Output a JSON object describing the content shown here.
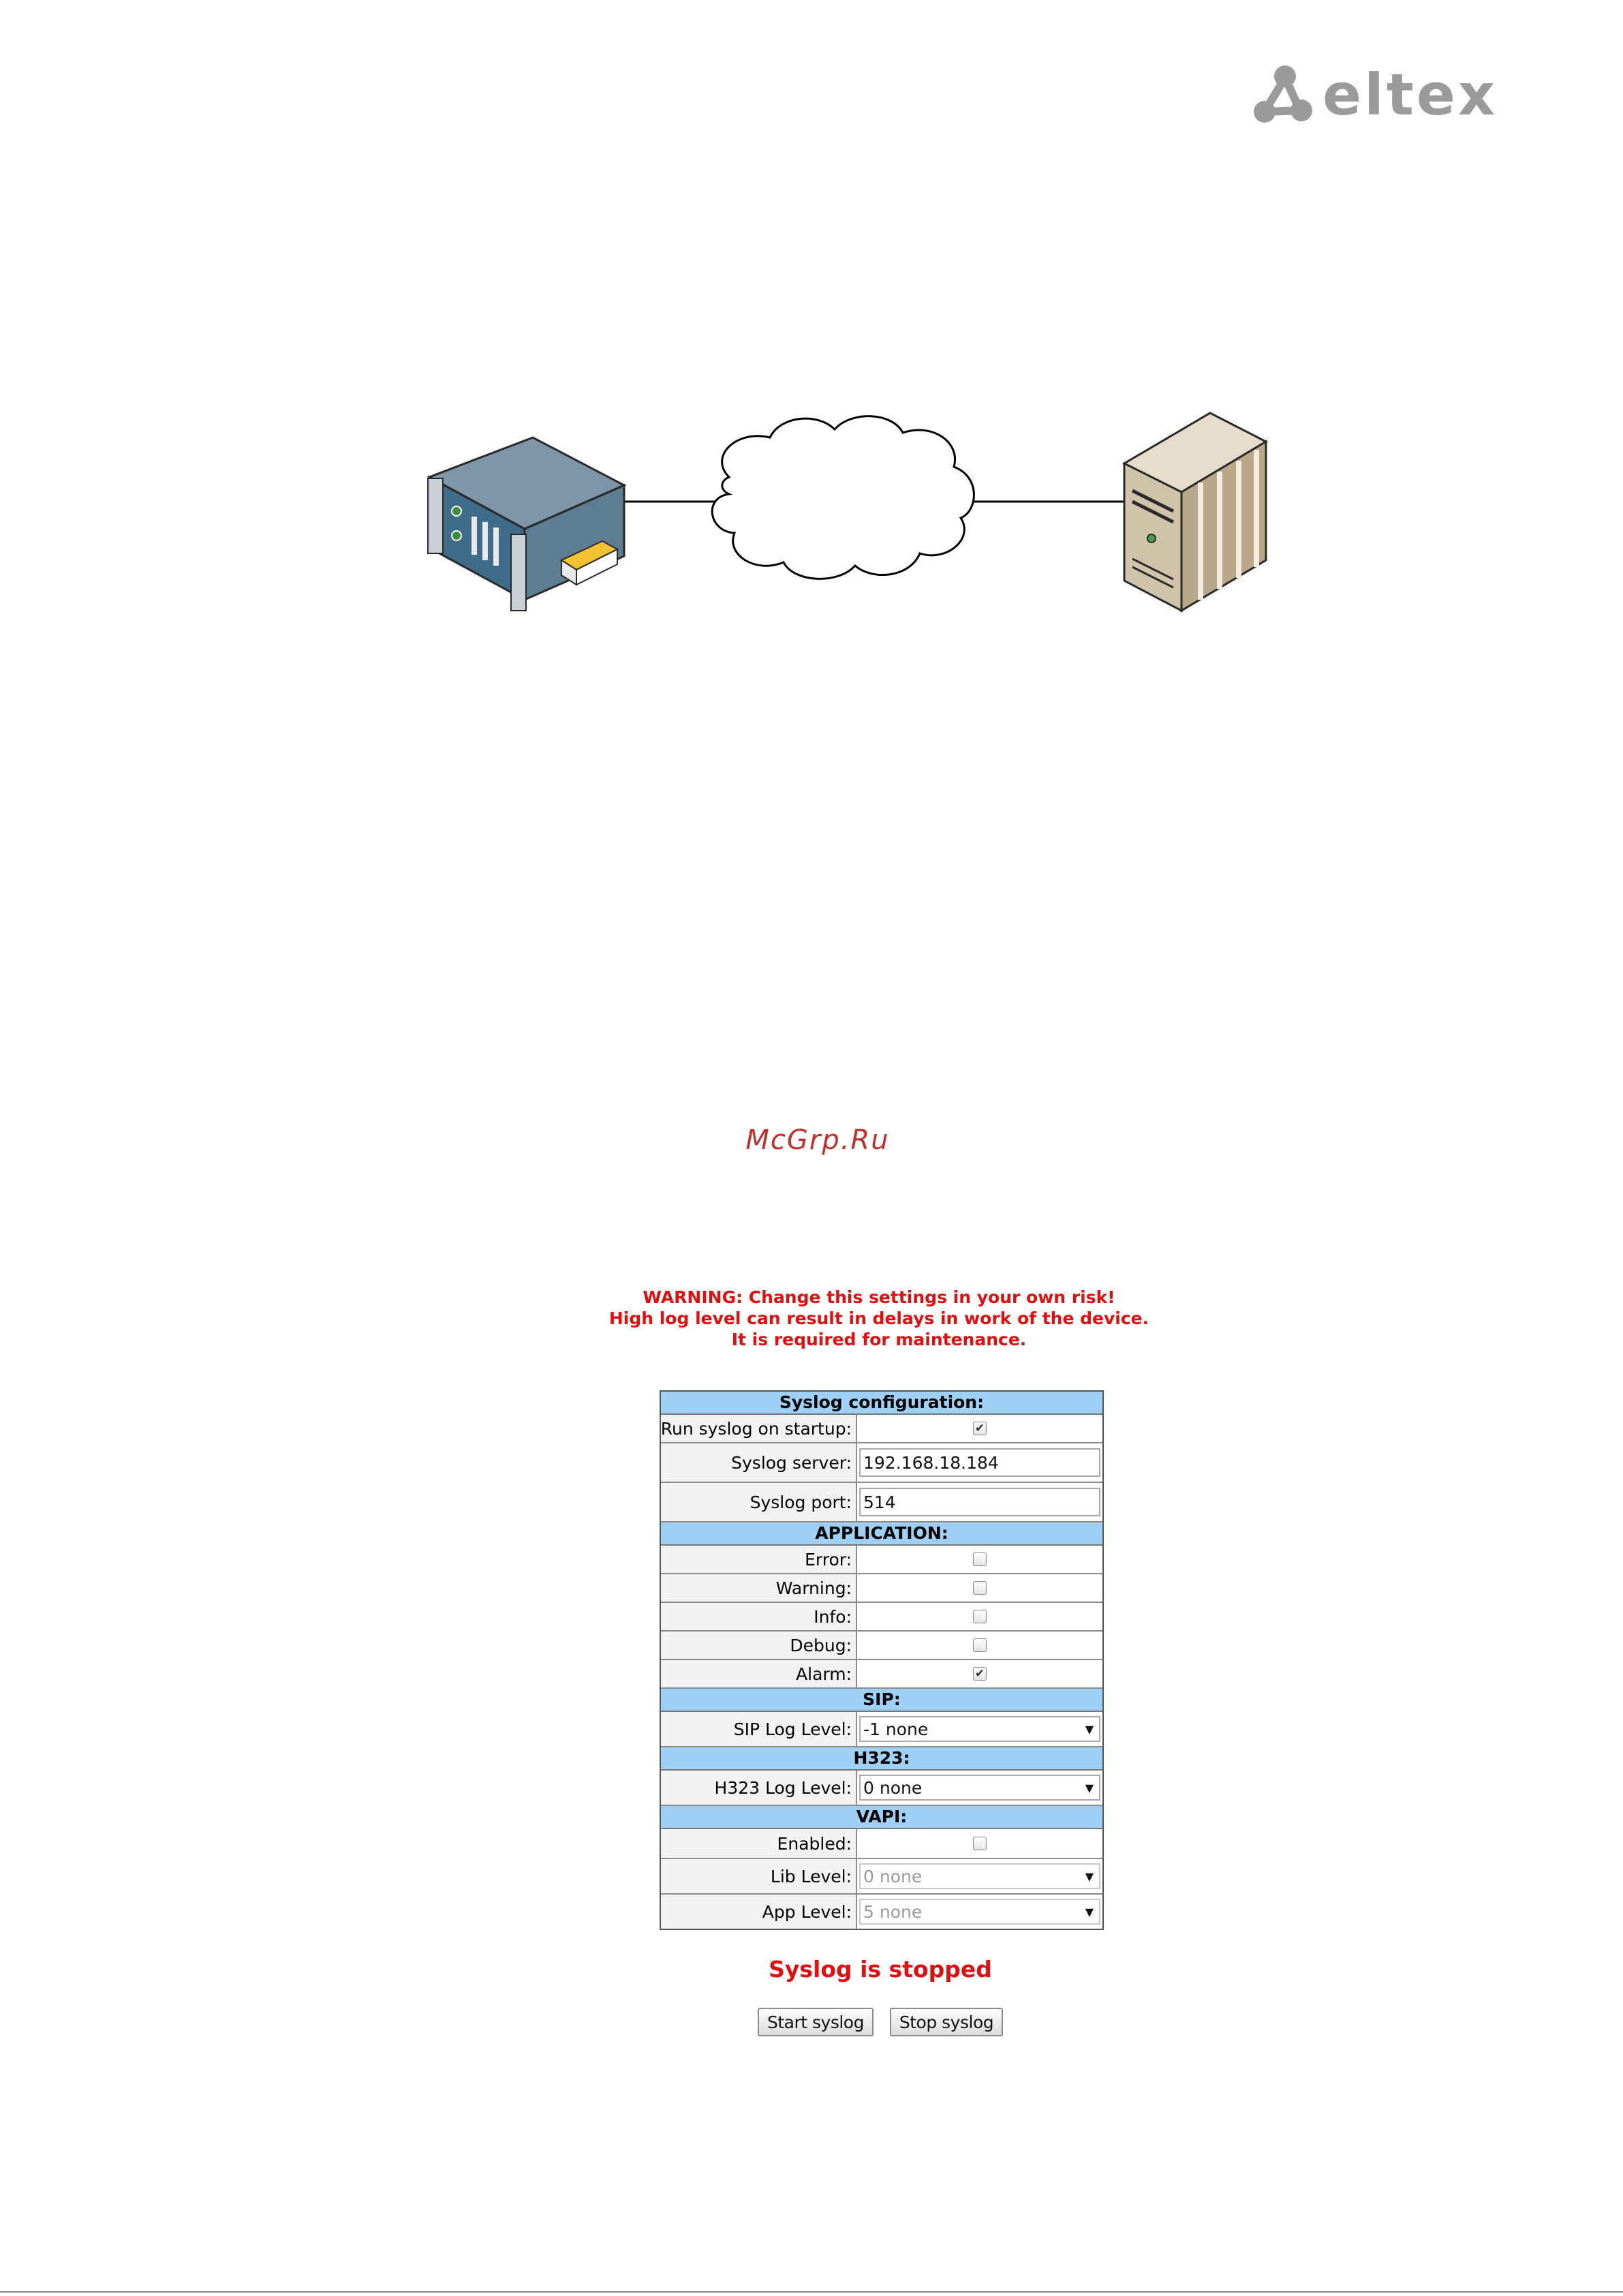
{
  "logo": {
    "text": "eltex"
  },
  "watermark": "McGrp.Ru",
  "warning": {
    "line1": "WARNING: Change this settings in your own risk!",
    "line2": "High log level can result in delays in work of the device.",
    "line3": "It is required for maintenance."
  },
  "config": {
    "sections": {
      "syslog": "Syslog configuration:",
      "application": "APPLICATION:",
      "sip": "SIP:",
      "h323": "H323:",
      "vapi": "VAPI:"
    },
    "run_on_startup": {
      "label": "Run syslog on startup:",
      "checked": true
    },
    "server": {
      "label": "Syslog server:",
      "value": "192.168.18.184"
    },
    "port": {
      "label": "Syslog port:",
      "value": "514"
    },
    "application": {
      "error": {
        "label": "Error:",
        "checked": false
      },
      "warning": {
        "label": "Warning:",
        "checked": false
      },
      "info": {
        "label": "Info:",
        "checked": false
      },
      "debug": {
        "label": "Debug:",
        "checked": false
      },
      "alarm": {
        "label": "Alarm:",
        "checked": true
      }
    },
    "sip_level": {
      "label": "SIP Log Level:",
      "value": "-1 none"
    },
    "h323_level": {
      "label": "H323 Log Level:",
      "value": "0 none"
    },
    "vapi": {
      "enabled": {
        "label": "Enabled:",
        "checked": false
      },
      "lib_level": {
        "label": "Lib Level:",
        "value": "0 none"
      },
      "app_level": {
        "label": "App Level:",
        "value": "5 none"
      }
    }
  },
  "status": "Syslog is stopped",
  "buttons": {
    "start": "Start syslog",
    "stop": "Stop syslog"
  },
  "icons": {
    "check": "✔",
    "dropdown": "▼"
  },
  "colors": {
    "warning": "#e01010",
    "section_header": "#9fd0f5",
    "watermark": "#c0302c",
    "logo": "#9b9b9b"
  }
}
